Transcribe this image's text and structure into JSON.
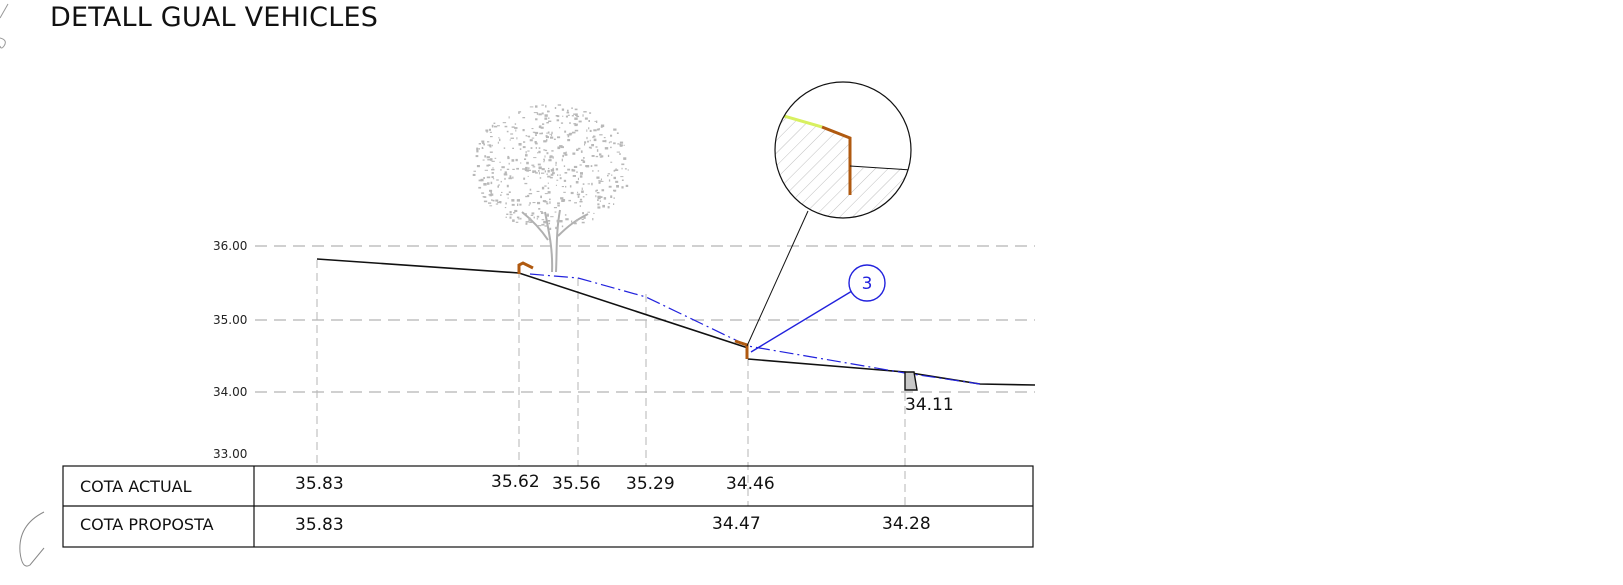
{
  "title": "DETALL GUAL VEHICLES",
  "levels": {
    "l36": "36.00",
    "l35": "35.00",
    "l34": "34.00",
    "l33": "33.00"
  },
  "table": {
    "row1_label": "COTA ACTUAL",
    "row2_label": "COTA PROPOSTA",
    "row1_values": [
      "35.83",
      "35.62",
      "35.56",
      "35.29",
      "34.46"
    ],
    "row2_values": [
      "35.83",
      "34.47",
      "34.28"
    ]
  },
  "curb_label": "34.11",
  "callout_number": "3",
  "colors": {
    "terrain": "#111111",
    "proposed": "#2222dd",
    "edging": "#b05a10",
    "highlight": "#d8f060",
    "tree": "#b0b0b0"
  }
}
